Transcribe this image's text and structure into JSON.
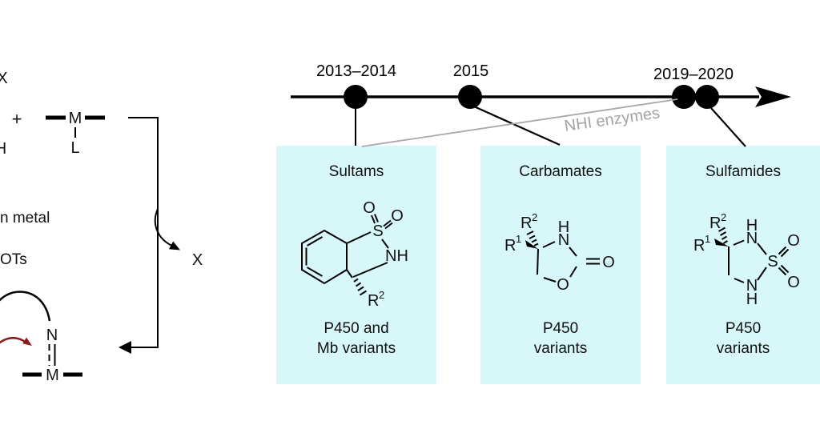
{
  "left_scheme": {
    "x_reagent": "X",
    "plus_sign": "+",
    "h_reagent": "H",
    "metal_label": "M",
    "ligand_label": "L",
    "metal_caption": "n metal",
    "ots_label": "OTs",
    "x_byproduct": "X",
    "nitrene_n": "N",
    "nitrene_m": "M"
  },
  "timeline": {
    "events": [
      {
        "label": "2013–2014"
      },
      {
        "label": "2015"
      },
      {
        "label": "2019–2020"
      }
    ],
    "nhi_label": "NHI enzymes"
  },
  "boxes": [
    {
      "title": "Sultams",
      "caption_line1": "P450 and",
      "caption_line2": "Mb variants"
    },
    {
      "title": "Carbamates",
      "caption_line1": "P450",
      "caption_line2": "variants"
    },
    {
      "title": "Sulfamides",
      "caption_line1": "P450",
      "caption_line2": "variants"
    }
  ],
  "atoms": {
    "sultam": {
      "s": "S",
      "o_left": "O",
      "o_right": "O",
      "nh": "NH",
      "r": "R",
      "r_sup": "2"
    },
    "carbamate": {
      "h": "H",
      "n": "N",
      "o_exo": "O",
      "o_ring": "O",
      "r1": "R",
      "r1_sup": "1",
      "r2": "R",
      "r2_sup": "2"
    },
    "sulfamide": {
      "h_top": "H",
      "n_top": "N",
      "s": "S",
      "o_top": "O",
      "o_bottom": "O",
      "n_bottom": "N",
      "h_bottom": "H",
      "r1": "R",
      "r1_sup": "1",
      "r2": "R",
      "r2_sup": "2"
    }
  },
  "colors": {
    "box_background": "#d7f7f9",
    "line_black": "#000000",
    "nhi_gray": "#a3a3a3",
    "arrow_dark_red": "#8b1a1a"
  }
}
